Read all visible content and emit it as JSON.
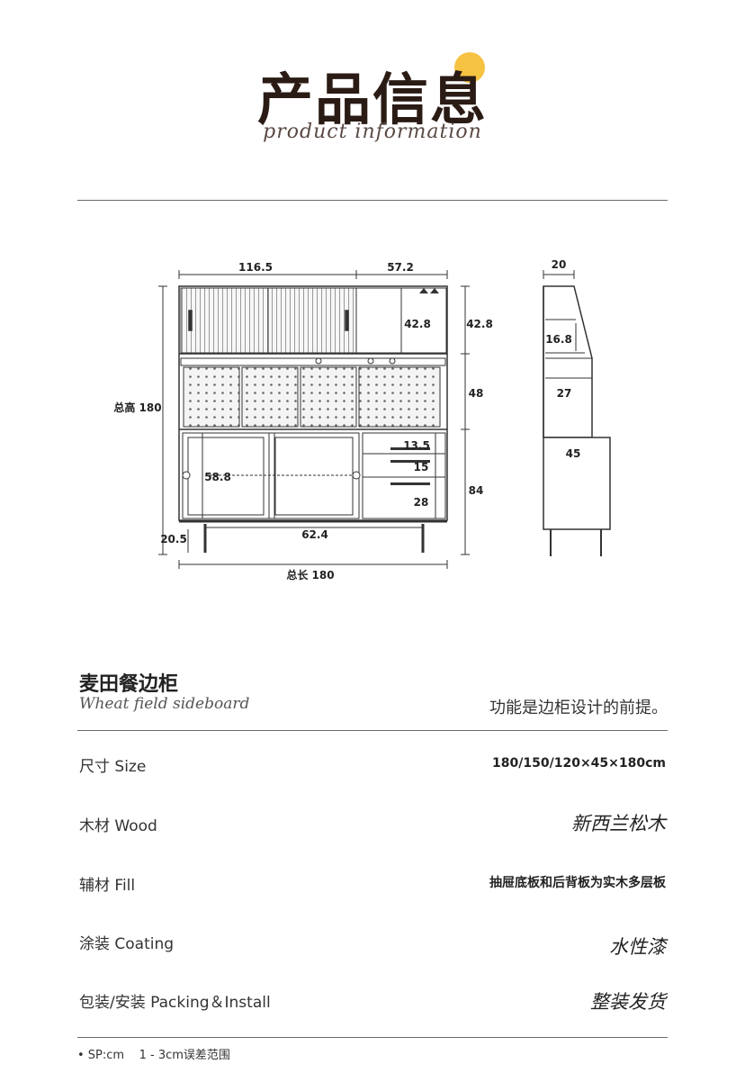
{
  "header": {
    "title": "产品信息",
    "subtitle": "product information"
  },
  "diagram": {
    "front": {
      "top_left_width": "116.5",
      "top_right_width": "57.2",
      "top_right_height_inner": "42.8",
      "top_height": "42.8",
      "middle_height": "48",
      "bottom_height": "84",
      "total_height": "总高 180",
      "drawer_1": "13.5",
      "drawer_2": "15",
      "drawer_3": "28",
      "inner_height": "58.8",
      "inner_width": "62.4",
      "leg_height": "20.5",
      "total_length": "总长 180"
    },
    "side": {
      "top_depth": "20",
      "shelf_height": "16.8",
      "middle_height": "27",
      "bottom_depth": "45"
    }
  },
  "product": {
    "name": "麦田餐边柜",
    "name_en": "Wheat field sideboard",
    "tagline": "功能是边柜设计的前提。"
  },
  "specs": [
    {
      "label": "尺寸 Size",
      "value": "180/150/120×45×180cm"
    },
    {
      "label": "木材 Wood",
      "value": "新西兰松木"
    },
    {
      "label": "辅材 Fill",
      "value": "抽屉底板和后背板为实木多层板"
    },
    {
      "label": "涂装 Coating",
      "value": "水性漆"
    },
    {
      "label": "包装/安装 Packing＆Install",
      "value": "整装发货"
    }
  ],
  "footnote": "• SP:cm    1 - 3cm误差范围"
}
